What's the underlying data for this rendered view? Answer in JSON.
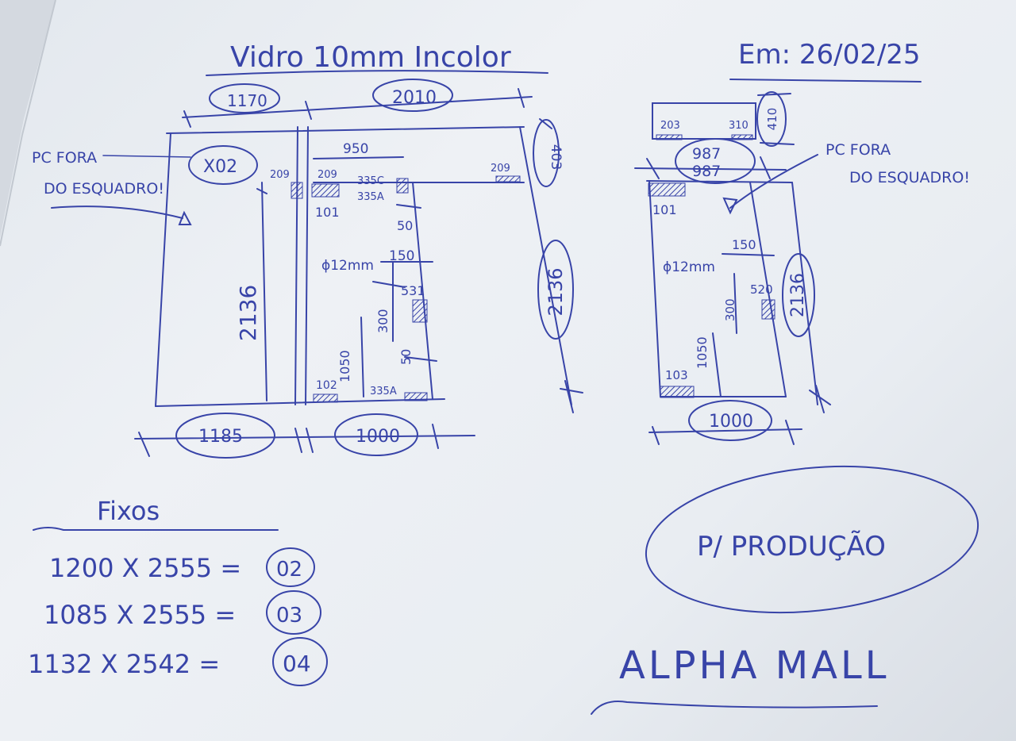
{
  "colors": {
    "ink": "#3844a8",
    "paper": "#eef1f5",
    "hatch": "#3844a8"
  },
  "header": {
    "title": "Vidro 10mm Incolor",
    "date": "Em: 26/02/25"
  },
  "left_drawing": {
    "top_dims": [
      "1170",
      "2010"
    ],
    "bottom_dims": [
      "1185",
      "1000"
    ],
    "height_left": "2136",
    "height_right": "2136",
    "right_top": "403",
    "panel_tag": "X02",
    "note": [
      "PC FORA",
      "DO ESQUADRO!"
    ],
    "door_width": "950",
    "labels": {
      "l209a": "209",
      "l209b": "209",
      "l209c": "209",
      "l335c": "335C",
      "l335a": "335A",
      "l101": "101",
      "l50a": "50",
      "hole": "ϕ12mm",
      "l150": "150",
      "l531": "531",
      "l300": "300",
      "l50b": "50",
      "l1050": "1050",
      "l102": "102",
      "l335a2": "335A"
    }
  },
  "right_drawing": {
    "top_dims": [
      "203",
      "310",
      "410"
    ],
    "width_dims": [
      "987",
      "987"
    ],
    "bottom_dim": "1000",
    "height": "2136",
    "note": [
      "PC FORA",
      "DO ESQUADRO!"
    ],
    "labels": {
      "l101": "101",
      "hole": "ϕ12mm",
      "l150": "150",
      "l300": "300",
      "l520": "520",
      "l1050": "1050",
      "l103": "103"
    }
  },
  "fixos": {
    "title": "Fixos",
    "rows": [
      {
        "dims": "1200 X 2555 =",
        "qty": "02"
      },
      {
        "dims": "1085 X 2555 =",
        "qty": "03"
      },
      {
        "dims": "1132 X 2542 =",
        "qty": "04"
      }
    ]
  },
  "stamp": "P/ PRODUÇÃO",
  "project": "ALPHA MALL"
}
